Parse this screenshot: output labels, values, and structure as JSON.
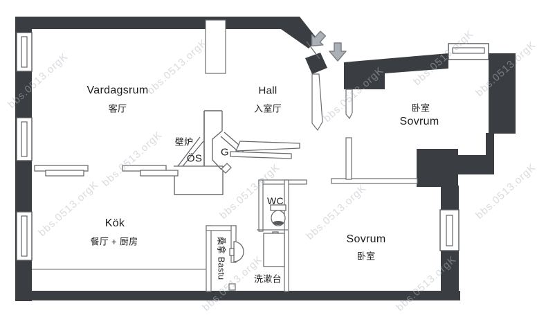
{
  "page": {
    "type": "apartment-floor-plan"
  },
  "watermark": {
    "text": "bbs.0513.orgK"
  },
  "colors": {
    "wall": "#3a3e42",
    "line": "#606468",
    "thin": "#6a6d70",
    "text": "#1b1b1b",
    "arrow_fill": "#abb0b6",
    "arrow_stroke": "#7c8086",
    "watermark": "#b4b8bf",
    "background": "#ffffff"
  },
  "rooms": {
    "living_room": {
      "name": "Vardagsrum",
      "name_cn": "客厅"
    },
    "hall": {
      "name": "Hall",
      "name_cn": "入室厅"
    },
    "bedroom_top": {
      "name": "Sovrum",
      "name_cn": "卧室"
    },
    "kitchen": {
      "name": "Kök",
      "name_cn": "餐厅 + 厨房"
    },
    "bedroom_bottom": {
      "name": "Sovrum",
      "name_cn": "卧室"
    },
    "wc": {
      "name": "WC"
    },
    "sauna": {
      "display": "桑拿 Bastu"
    },
    "washstand": {
      "name_cn": "洗漱台"
    },
    "fireplace": {
      "name_cn": "壁炉",
      "abbr": "ÖS"
    },
    "closet": {
      "abbr": "G"
    }
  },
  "icons": {
    "entry_arrow": "⬇",
    "toilet": "🚽",
    "washbasin": "◖",
    "window": "▭",
    "door_leaf": "▯",
    "radiator": "▤"
  }
}
